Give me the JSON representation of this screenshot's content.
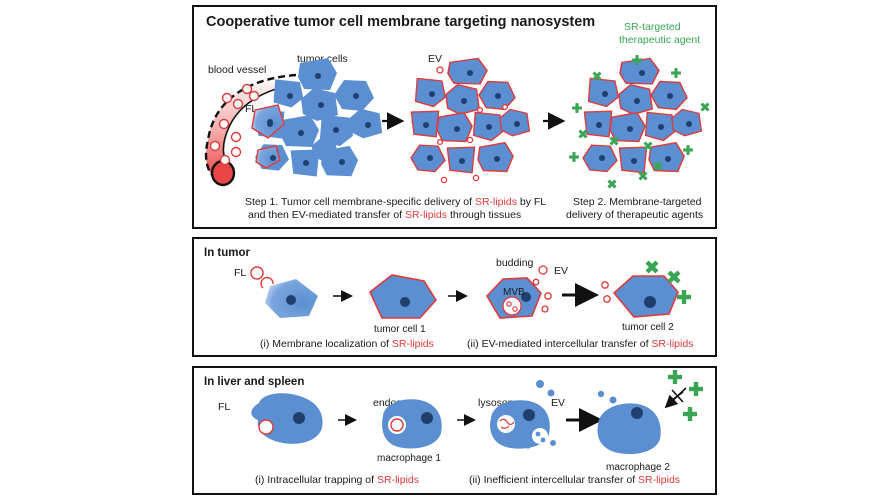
{
  "panel1": {
    "title": "Cooperative tumor cell membrane targeting nanosystem",
    "labels": {
      "blood_vessel": "blood vessel",
      "tumor_cells": "tumor cells",
      "fl": "FL",
      "ev": "EV",
      "agent_line1": "SR-targeted",
      "agent_line2": "therapeutic agent"
    },
    "step1": {
      "line1_a": "Step 1. Tumor cell membrane-specific delivery of ",
      "line1_b": "SR-lipids",
      "line1_c": " by FL",
      "line2_a": "and then EV-mediated transfer of ",
      "line2_b": "SR-lipids",
      "line2_c": " through tissues"
    },
    "step2": {
      "line1": "Step 2. Membrane-targeted",
      "line2": "delivery of therapeutic agents"
    }
  },
  "panel2": {
    "title": "In tumor",
    "labels": {
      "fl": "FL",
      "tumor_cell_1": "tumor cell 1",
      "budding": "budding",
      "ev": "EV",
      "mvb": "MVB",
      "tumor_cell_2": "tumor cell 2"
    },
    "caption_i_a": "(i) Membrane localization of ",
    "caption_i_b": "SR-lipids",
    "caption_ii_a": "(ii) EV-mediated intercellular transfer of ",
    "caption_ii_b": "SR-lipids"
  },
  "panel3": {
    "title": "In liver and spleen",
    "labels": {
      "fl": "FL",
      "endosome": "endosome",
      "macrophage_1": "macrophage 1",
      "lysosome": "lysosome",
      "ev": "EV",
      "macrophage_2": "macrophage 2"
    },
    "caption_i_a": "(i) Intracellular trapping of ",
    "caption_i_b": "SR-lipids",
    "caption_ii_a": "(ii) Inefficient intercellular transfer of ",
    "caption_ii_b": "SR-lipids"
  },
  "colors": {
    "cell_blue": "#5b8fd1",
    "nucleus": "#1f3f6e",
    "membrane_red": "#e03a3a",
    "plus_green": "#3aa655"
  }
}
